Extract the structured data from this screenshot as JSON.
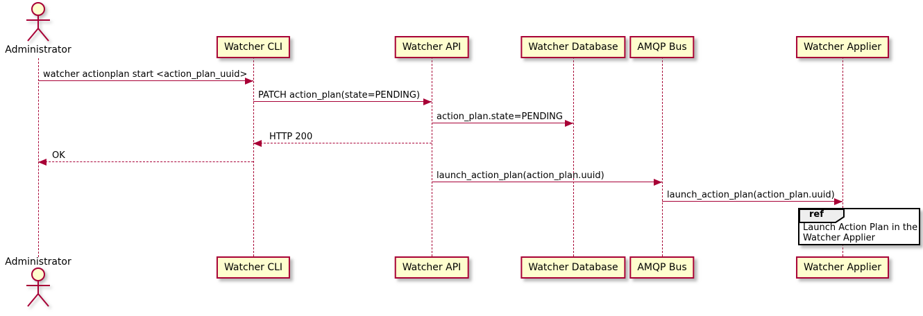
{
  "diagram_type": "sequence",
  "actors": [
    {
      "name": "Administrator"
    }
  ],
  "participants": [
    {
      "label": "Watcher CLI"
    },
    {
      "label": "Watcher API"
    },
    {
      "label": "Watcher Database"
    },
    {
      "label": "AMQP Bus"
    },
    {
      "label": "Watcher Applier"
    }
  ],
  "messages": [
    {
      "from": "Administrator",
      "to": "Watcher CLI",
      "label": "watcher actionplan start <action_plan_uuid>",
      "line": "solid",
      "direction": "right"
    },
    {
      "from": "Watcher CLI",
      "to": "Watcher API",
      "label": "PATCH action_plan(state=PENDING)",
      "line": "solid",
      "direction": "right"
    },
    {
      "from": "Watcher API",
      "to": "Watcher Database",
      "label": "action_plan.state=PENDING",
      "line": "solid",
      "direction": "right"
    },
    {
      "from": "Watcher API",
      "to": "Watcher CLI",
      "label": "HTTP 200",
      "line": "dashed",
      "direction": "left"
    },
    {
      "from": "Watcher CLI",
      "to": "Administrator",
      "label": "OK",
      "line": "dashed",
      "direction": "left"
    },
    {
      "from": "Watcher API",
      "to": "AMQP Bus",
      "label": "launch_action_plan(action_plan.uuid)",
      "line": "solid",
      "direction": "right"
    },
    {
      "from": "AMQP Bus",
      "to": "Watcher Applier",
      "label": "launch_action_plan(action_plan.uuid)",
      "line": "solid",
      "direction": "right"
    }
  ],
  "ref": {
    "keyword": "ref",
    "over": "Watcher Applier",
    "lines": [
      "Launch Action Plan in the",
      "Watcher Applier"
    ]
  },
  "colors": {
    "accent": "#A80036",
    "participant_fill": "#FEFECE",
    "ref_header_fill": "#EEEEEE",
    "ref_border": "#000000",
    "text": "#000000",
    "background": "#FFFFFF"
  }
}
